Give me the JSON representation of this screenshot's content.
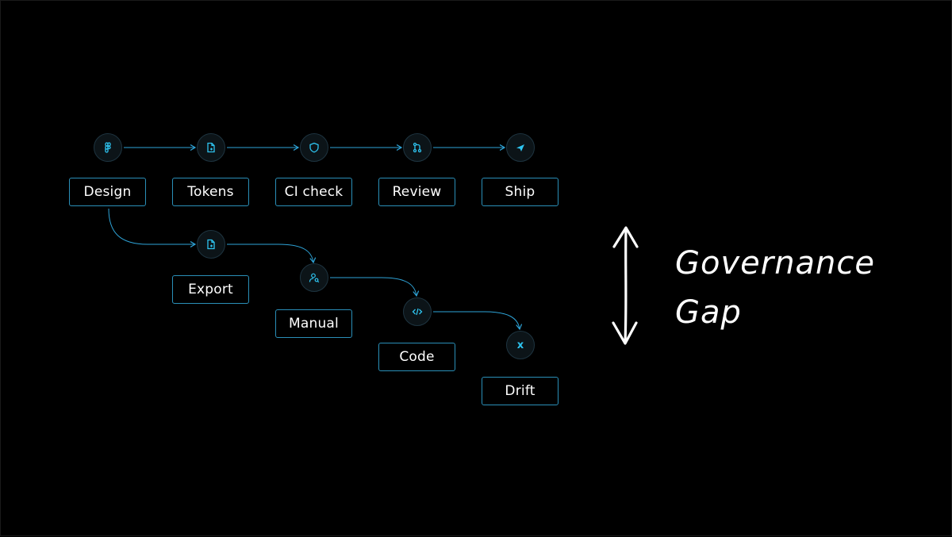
{
  "colors": {
    "background": "#000000",
    "accent": "#2ec4f0",
    "box_border": "#2a8fb8",
    "text": "#ffffff"
  },
  "top_row": [
    {
      "id": "design",
      "icon": "figma-icon",
      "label": "Design"
    },
    {
      "id": "tokens",
      "icon": "file-icon",
      "label": "Tokens"
    },
    {
      "id": "ci-check",
      "icon": "shield-icon",
      "label": "CI check"
    },
    {
      "id": "review",
      "icon": "git-pull-request-icon",
      "label": "Review"
    },
    {
      "id": "ship",
      "icon": "send-icon",
      "label": "Ship"
    }
  ],
  "bottom_path": [
    {
      "id": "export",
      "icon": "file-icon",
      "label": "Export"
    },
    {
      "id": "manual",
      "icon": "user-search-icon",
      "label": "Manual"
    },
    {
      "id": "code",
      "icon": "code-icon",
      "label": "Code"
    },
    {
      "id": "drift",
      "icon": "x-icon",
      "glyph": "x",
      "label": "Drift"
    }
  ],
  "annotation": {
    "line1": "Governance",
    "line2": "Gap"
  }
}
